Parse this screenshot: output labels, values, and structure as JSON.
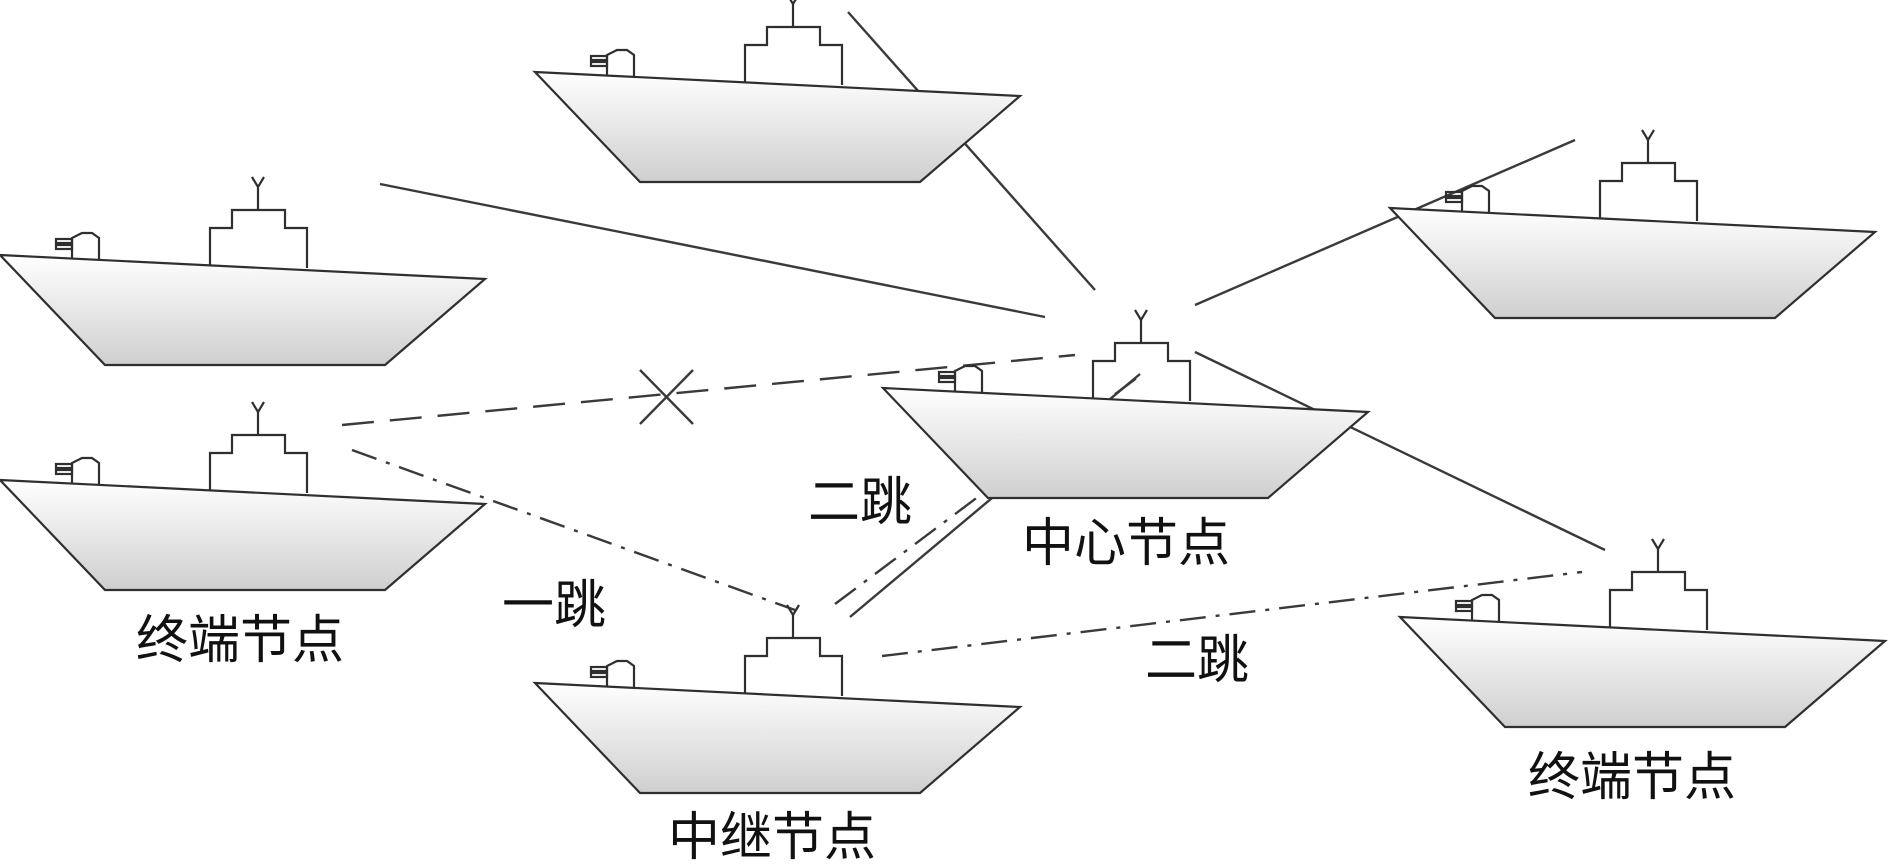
{
  "labels": {
    "terminal_left": "终端节点",
    "terminal_right": "终端节点",
    "center": "中心节点",
    "relay": "中继节点",
    "hop_one": "一跳",
    "hop_two_left": "二跳",
    "hop_two_right": "二跳"
  },
  "icons": {
    "ship": "ship-icon",
    "blocked_link": "cross-icon"
  },
  "colors": {
    "hull_light": "#ffffff",
    "hull_dark": "#cfcfcf",
    "line": "#3a3a3a"
  }
}
